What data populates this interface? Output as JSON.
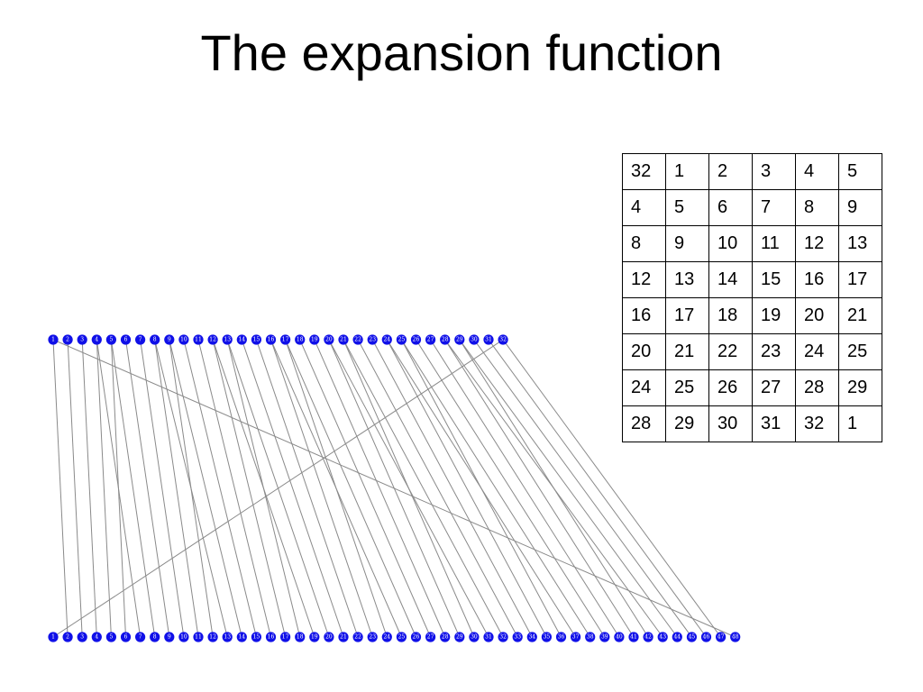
{
  "title": "The expansion function",
  "colors": {
    "node": "#1010e8",
    "edge": "#8a8a8a",
    "text": "#000000"
  },
  "diagram": {
    "input_count": 32,
    "output_count": 48
  },
  "expansion_table": [
    [
      32,
      1,
      2,
      3,
      4,
      5
    ],
    [
      4,
      5,
      6,
      7,
      8,
      9
    ],
    [
      8,
      9,
      10,
      11,
      12,
      13
    ],
    [
      12,
      13,
      14,
      15,
      16,
      17
    ],
    [
      16,
      17,
      18,
      19,
      20,
      21
    ],
    [
      20,
      21,
      22,
      23,
      24,
      25
    ],
    [
      24,
      25,
      26,
      27,
      28,
      29
    ],
    [
      28,
      29,
      30,
      31,
      32,
      1
    ]
  ]
}
